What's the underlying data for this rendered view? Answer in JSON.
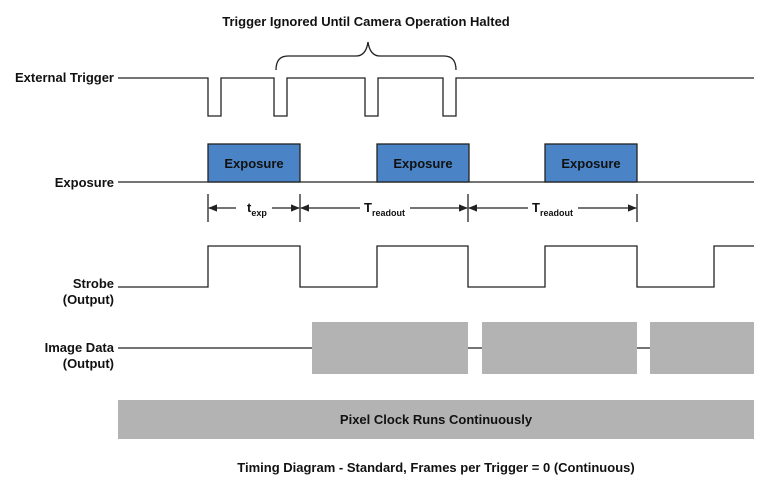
{
  "header": {
    "annotation": "Trigger Ignored Until Camera Operation Halted"
  },
  "signals": {
    "external_trigger": "External Trigger",
    "exposure": "Exposure",
    "strobe_line1": "Strobe",
    "strobe_line2": "(Output)",
    "image_data_line1": "Image Data",
    "image_data_line2": "(Output)"
  },
  "exposure_blocks": [
    "Exposure",
    "Exposure",
    "Exposure"
  ],
  "intervals": {
    "texp_main": "t",
    "texp_sub": "exp",
    "treadout_main": "T",
    "treadout_sub": "readout"
  },
  "pixel_clock": "Pixel Clock Runs Continuously",
  "caption": "Timing Diagram - Standard, Frames per Trigger = 0 (Continuous)",
  "colors": {
    "exposure_fill": "#4a84c6",
    "data_fill": "#b3b3b3",
    "line": "#222222"
  }
}
